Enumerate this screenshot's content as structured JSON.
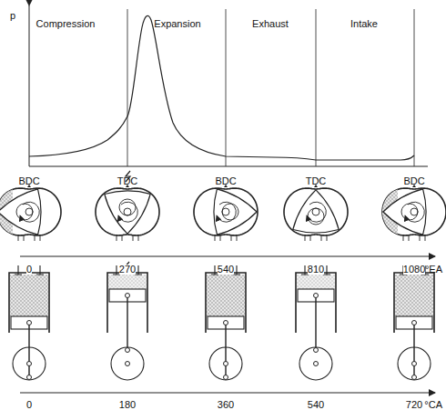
{
  "diagram": {
    "labels": [
      "p",
      "Compression",
      "Expansion",
      "Exhaust",
      "Intake",
      "BDC",
      "TDC",
      "BDC",
      "TDC",
      "BDC",
      "0",
      "270",
      "540",
      "810",
      "1080",
      "°EA",
      "0",
      "180",
      "360",
      "540",
      "720",
      "°CA"
    ]
  }
}
